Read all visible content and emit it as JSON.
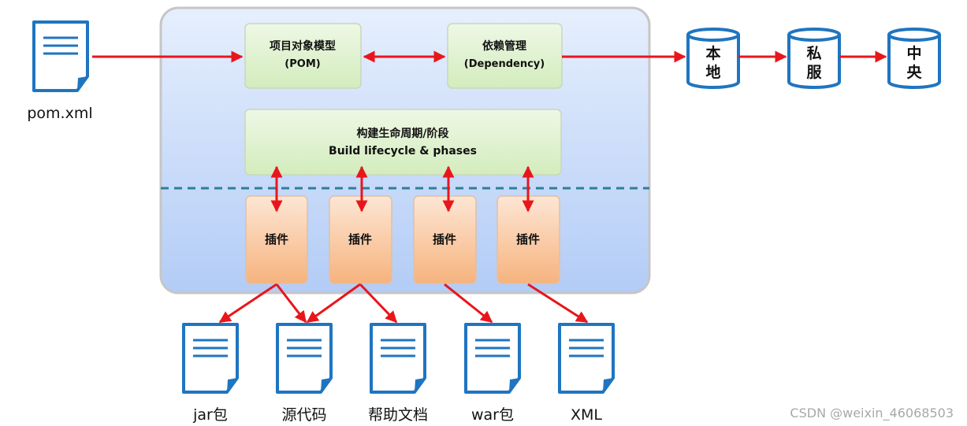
{
  "pom_file": {
    "label": "pom.xml"
  },
  "core": {
    "pom_model": {
      "line1": "项目对象模型",
      "line2": "(POM)"
    },
    "dependency": {
      "line1": "依赖管理",
      "line2": "(Dependency)"
    },
    "lifecycle": {
      "line1": "构建生命周期/阶段",
      "line2": "Build lifecycle & phases"
    },
    "plugins": [
      "插件",
      "插件",
      "插件",
      "插件"
    ]
  },
  "repositories": [
    {
      "ch1": "本",
      "ch2": "地"
    },
    {
      "ch1": "私",
      "ch2": "服"
    },
    {
      "ch1": "中",
      "ch2": "央"
    }
  ],
  "outputs": [
    "jar包",
    "源代码",
    "帮助文档",
    "war包",
    "XML"
  ],
  "watermark": "CSDN @weixin_46068503",
  "colors": {
    "arrow": "#e8161b",
    "doc_stroke": "#1f75c0",
    "green_box": "#e3f3d3",
    "orange_box": "#f8c49b",
    "dashed_line": "#2e7d9b"
  }
}
